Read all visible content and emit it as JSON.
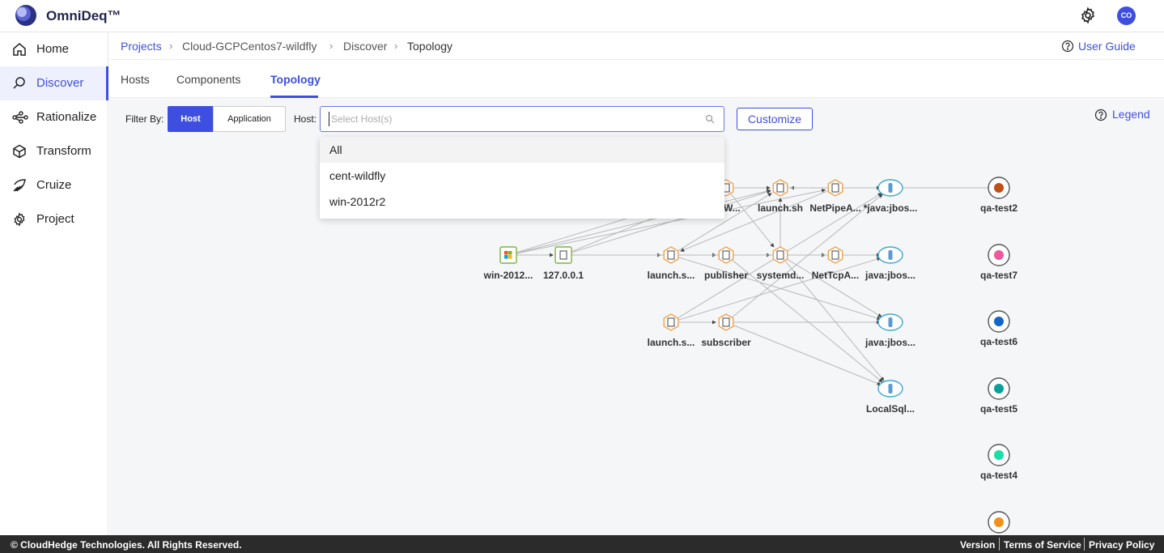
{
  "header": {
    "brand": "OmniDeq™",
    "avatar_initials": "CO"
  },
  "sidebar": {
    "items": [
      {
        "label": "Home",
        "icon": "home-icon"
      },
      {
        "label": "Discover",
        "icon": "discover-icon",
        "active": true
      },
      {
        "label": "Rationalize",
        "icon": "rationalize-icon"
      },
      {
        "label": "Transform",
        "icon": "transform-icon"
      },
      {
        "label": "Cruize",
        "icon": "cruize-icon"
      },
      {
        "label": "Project",
        "icon": "project-icon"
      }
    ]
  },
  "breadcrumb": [
    "Projects",
    "Cloud-GCPCentos7-wildfly",
    "Discover",
    "Topology"
  ],
  "user_guide": "User Guide",
  "tabs": [
    {
      "label": "Hosts"
    },
    {
      "label": "Components"
    },
    {
      "label": "Topology",
      "active": true
    }
  ],
  "filter": {
    "label": "Filter By:",
    "host_button": "Host",
    "application_button": "Application",
    "host_label": "Host:",
    "search_placeholder": "Select Host(s)",
    "customize": "Customize",
    "legend": "Legend"
  },
  "dropdown": {
    "options": [
      "All",
      "cent-wildfly",
      "win-2012r2"
    ]
  },
  "graph": {
    "labels": [
      "win-2012...",
      "127.0.0.1",
      "launch.s...",
      "publisher",
      "systemd...",
      "NetTcpA...",
      "java:jbos...",
      "launch.s...",
      "subscriber",
      "java:jbos...",
      "LocalSql...",
      "ultW...",
      "launch.sh",
      "NetPipeA...",
      "*java:jbos...",
      "qa-test2",
      "qa-test7",
      "qa-test6",
      "qa-test5",
      "qa-test4"
    ],
    "qa_colors": [
      "#c0501a",
      "#ec5a9b",
      "#1565c8",
      "#0b9e9b",
      "#19e0a4",
      "#f0921a"
    ]
  },
  "footer": {
    "copyright": "© CloudHedge Technologies. All Rights Reserved.",
    "links": [
      "Version",
      "Terms of Service",
      "Privacy Policy"
    ]
  }
}
